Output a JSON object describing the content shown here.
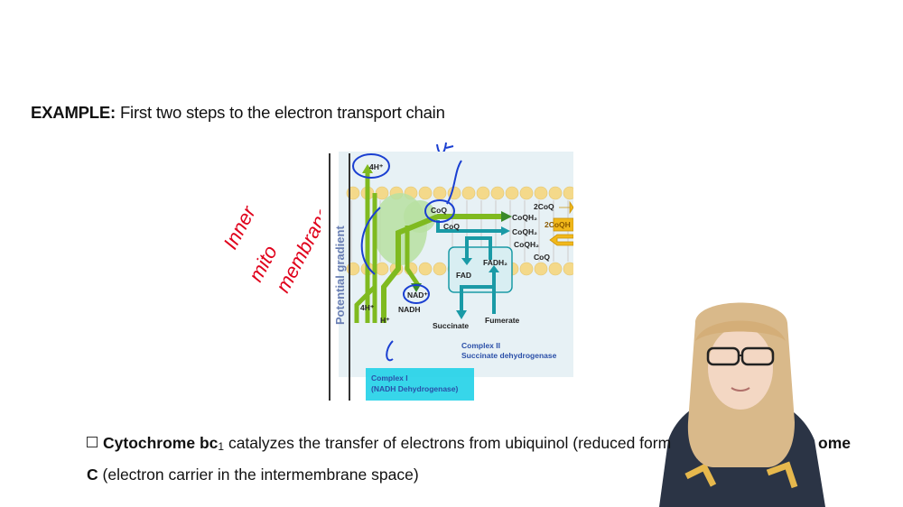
{
  "example": {
    "label": "EXAMPLE:",
    "text": " First two steps to the electron transport chain"
  },
  "diagram": {
    "axis_label": "Potential gradient",
    "labels": {
      "h4_top": "4H⁺",
      "coq_a": "CoQ",
      "coq_b": "CoQ",
      "coqh2_a": "CoQH₂",
      "coqh2_b": "CoQH₂",
      "coqh2_c": "CoQH₂",
      "coq_right": "CoQ",
      "two_coq": "2CoQ",
      "two_coqh": "2CoQH",
      "fad": "FAD",
      "fadh2": "FADH₂",
      "nad": "NAD⁺",
      "nadh": "NADH",
      "h4_bottom": "4H⁺",
      "h_plus": "H⁺",
      "succinate": "Succinate",
      "fumerate": "Fumerate",
      "complex2_title": "Complex II",
      "complex2_name": "Succinate dehydrogenase",
      "complex1_title": "Complex I",
      "complex1_name": "(NADH Dehydrogenase)"
    },
    "colors": {
      "complex1": "#7fba1f",
      "complex2": "#1a9aa6",
      "highlight": "#21d1e8",
      "membrane": "#f4d98a",
      "annotation": "#e0001b",
      "pen": "#1a3fd1"
    }
  },
  "handwriting": {
    "line1": "Inner",
    "line2": "mito",
    "line3": "membrane"
  },
  "body_text": {
    "line1_bold": "Cytochrome bc",
    "line1_sub": "1",
    "line1_rest": " catalyzes the transfer of electrons from ubiquinol (reduced form",
    "line1_tail": "ome",
    "line2_bold": "C",
    "line2_rest": " (electron carrier in the intermembrane space)"
  }
}
